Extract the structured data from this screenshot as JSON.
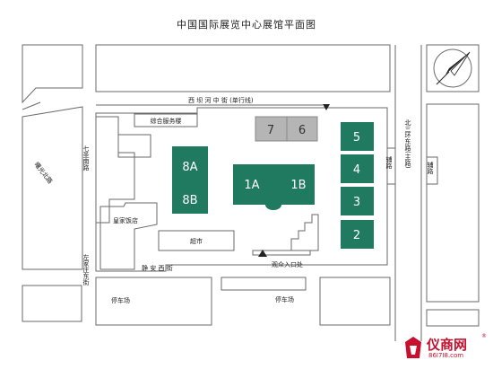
{
  "title": "中国国际展览中心展馆平面图",
  "halls": {
    "h7": "7",
    "h6": "6",
    "h5": "5",
    "h4": "4",
    "h3": "3",
    "h2": "2",
    "h8a": "8A",
    "h8b": "8B",
    "h1a": "1A",
    "h1b": "1B"
  },
  "labels": {
    "service_building": "综合服务楼",
    "hotel": "皇家饭店",
    "supermarket": "超市",
    "entrance": "观众入口处",
    "parking_left": "停车场",
    "parking_right": "停车场"
  },
  "streets": {
    "north": "西 坝 河 中 街 (单行线)",
    "south": "静   安   西   街",
    "west_upper": "七圣南路",
    "west_lower": "左家庄东街",
    "diagonal": "曙光北路",
    "east_main": "北三环东路(主路)",
    "aux_left": "辅路",
    "aux_right": "辅路"
  },
  "logo": {
    "name": "仪商网",
    "site": "86I7I8.com"
  },
  "colors": {
    "hall_green": "#1f7a60",
    "hall_gray": "#b5b5b5",
    "line": "#6a6a6a",
    "brand": "#c8102e"
  }
}
